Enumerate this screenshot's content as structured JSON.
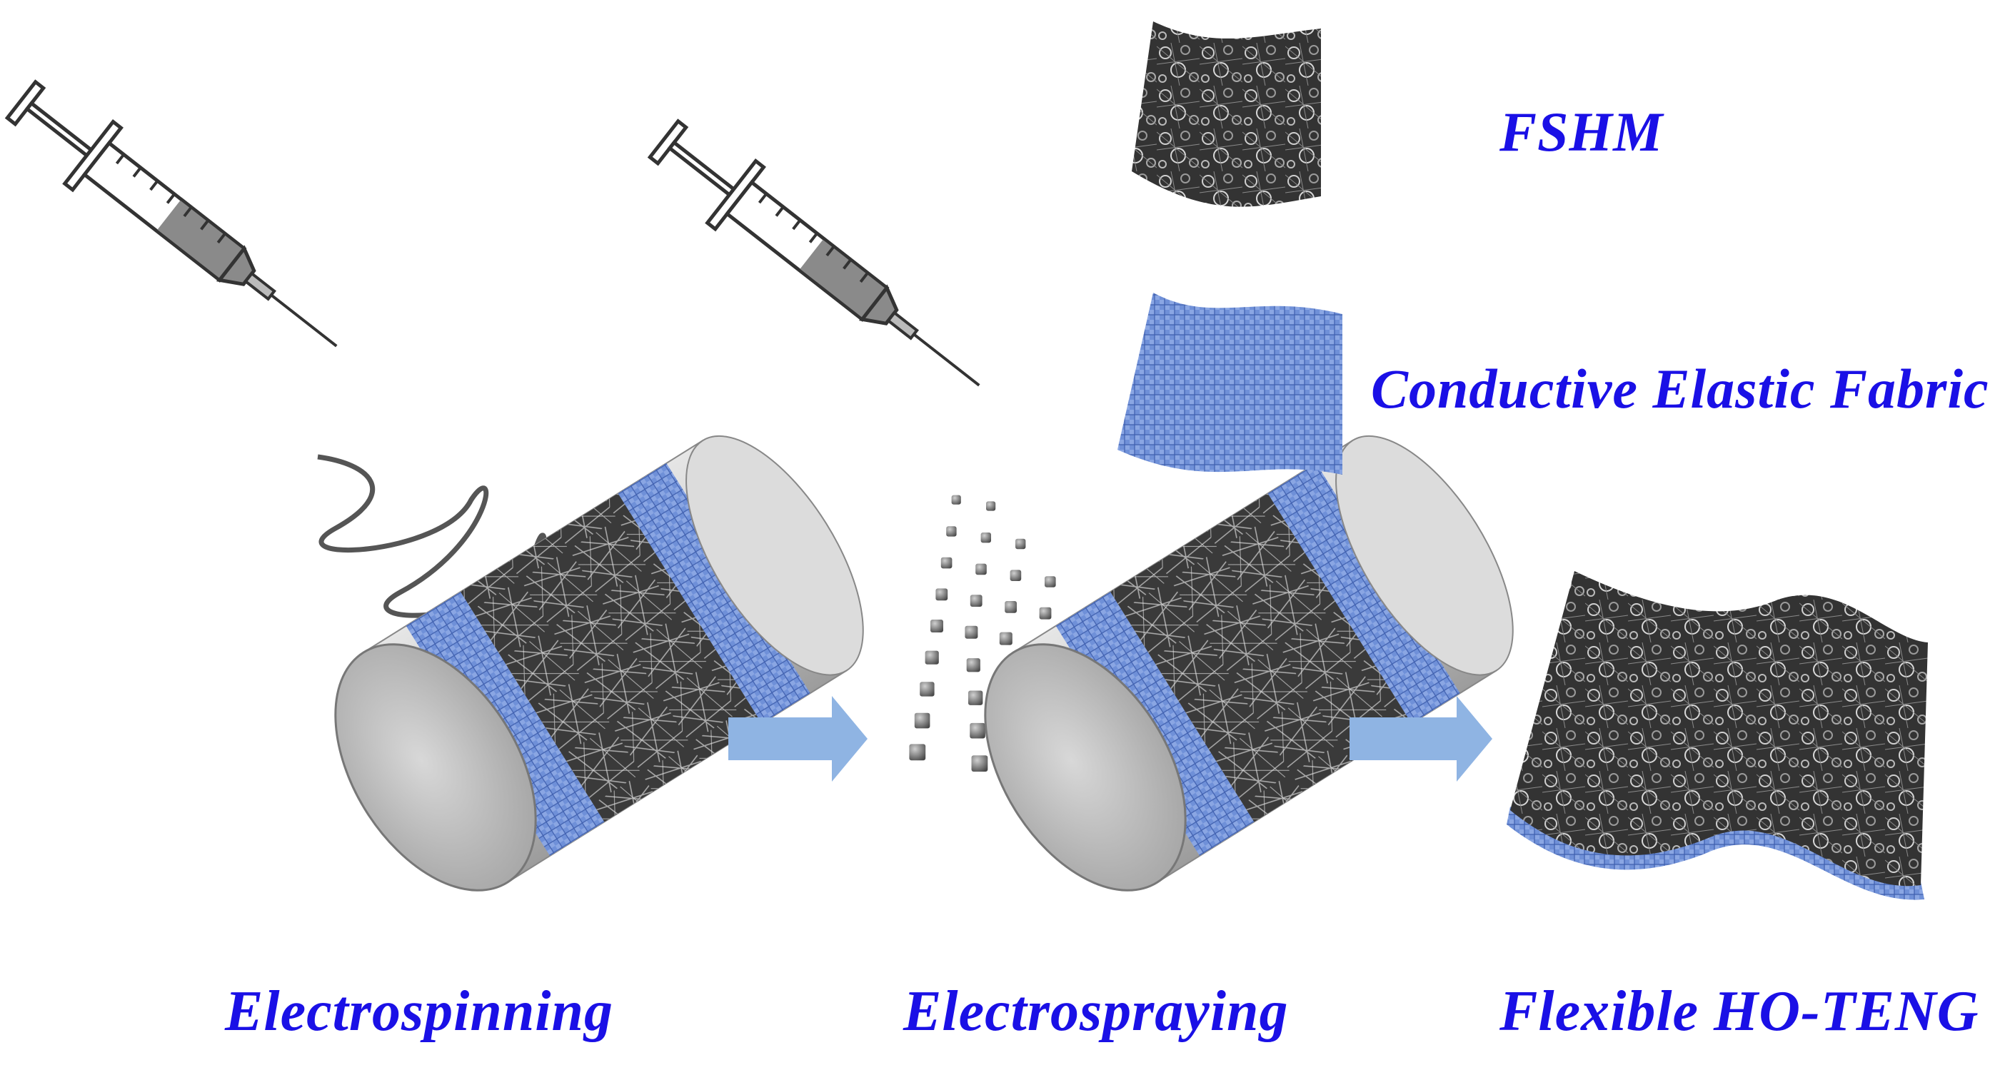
{
  "labels": {
    "fshm": "FSHM",
    "conductive_fabric": "Conductive Elastic Fabric",
    "electrospinning": "Electrospinning",
    "electrospraying": "Electrospraying",
    "flexible_teng": "Flexible HO-TENG"
  },
  "colors": {
    "label_text": "#1a10e6",
    "arrow": "#8fb4e3",
    "fabric_blue": "#6e8fd6",
    "fiber_mat": "#3c3c3c",
    "syringe_liquid": "#8a8a8a",
    "drum": "#cfcfcf"
  },
  "icons": [
    "syringe-icon",
    "spinning-jet-icon",
    "spray-droplets-icon",
    "collector-drum-icon",
    "process-arrow-icon"
  ]
}
